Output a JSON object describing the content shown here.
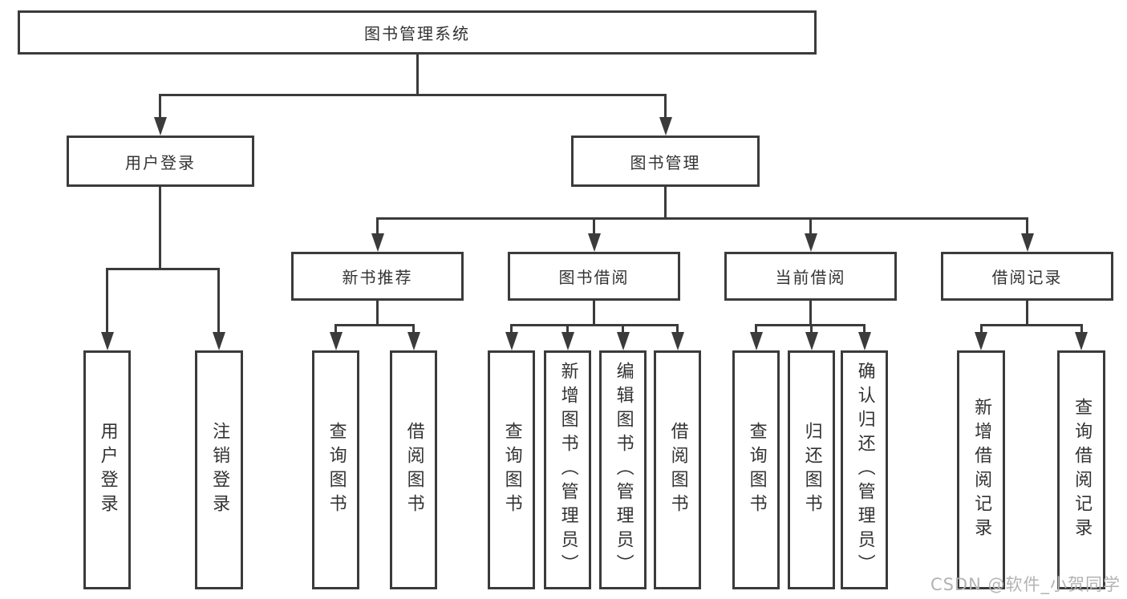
{
  "colors": {
    "line": "#3b3b3b",
    "text": "#333333",
    "background": "#ffffff",
    "watermark": "#b3b3b3"
  },
  "watermark": "CSDN @软件_小贺同学",
  "nodes": {
    "root": {
      "label": "图书管理系统"
    },
    "user_login": {
      "label": "用户登录"
    },
    "book_mgmt": {
      "label": "图书管理"
    },
    "new_book_rec": {
      "label": "新书推荐"
    },
    "book_borrow": {
      "label": "图书借阅"
    },
    "current_borrow": {
      "label": "当前借阅"
    },
    "borrow_records": {
      "label": "借阅记录"
    },
    "leaf_user_login": {
      "label": "用户登录"
    },
    "leaf_logout": {
      "label": "注销登录"
    },
    "leaf_query_book_rec": {
      "label": "查询图书"
    },
    "leaf_borrow_book_rec": {
      "label": "借阅图书"
    },
    "leaf_query_book_borrow": {
      "label": "查询图书"
    },
    "leaf_add_book": {
      "label": "新增图书（管理员）"
    },
    "leaf_edit_book": {
      "label": "编辑图书（管理员）"
    },
    "leaf_borrow_book_borrow": {
      "label": "借阅图书"
    },
    "leaf_query_book_current": {
      "label": "查询图书"
    },
    "leaf_return_book": {
      "label": "归还图书"
    },
    "leaf_confirm_return": {
      "label": "确认归还（管理员）"
    },
    "leaf_add_borrow_record": {
      "label": "新增借阅记录"
    },
    "leaf_query_borrow_record": {
      "label": "查询借阅记录"
    }
  },
  "hierarchy": {
    "图书管理系统": {
      "用户登录": [
        "用户登录",
        "注销登录"
      ],
      "图书管理": {
        "新书推荐": [
          "查询图书",
          "借阅图书"
        ],
        "图书借阅": [
          "查询图书",
          "新增图书（管理员）",
          "编辑图书（管理员）",
          "借阅图书"
        ],
        "当前借阅": [
          "查询图书",
          "归还图书",
          "确认归还（管理员）"
        ],
        "借阅记录": [
          "新增借阅记录",
          "查询借阅记录"
        ]
      }
    }
  }
}
